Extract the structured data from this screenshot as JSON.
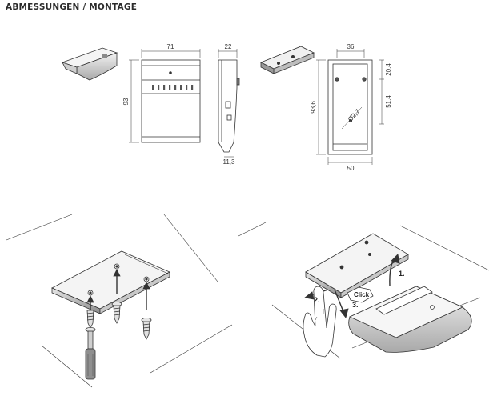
{
  "header": {
    "title": "ABMESSUNGEN / MONTAGE"
  },
  "dimensions": {
    "front_width": "71",
    "front_height": "93",
    "side_depth": "22",
    "side_bottom": "11,3",
    "plate_width": "36",
    "plate_height": "93,6",
    "plate_top": "20,4",
    "plate_mid": "51,4",
    "plate_bottom_width": "50",
    "hole_diameter": "Ø2,7"
  },
  "mounting": {
    "step1": "1.",
    "step2": "2.",
    "step3": "3.",
    "click": "Click"
  },
  "colors": {
    "line": "#333333",
    "grey_fill": "#d9d9d9",
    "dark_fill": "#9a9a9a"
  }
}
